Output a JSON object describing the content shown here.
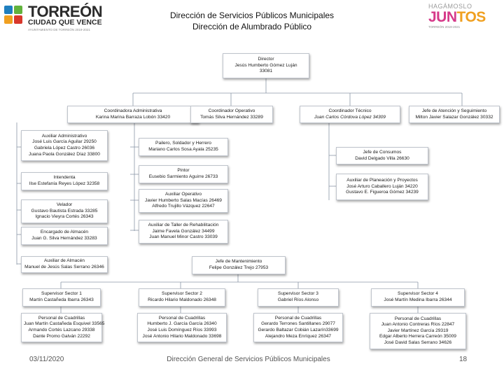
{
  "header": {
    "line1": "Dirección de Servicios Públicos Municipales",
    "line2": "Dirección de Alumbrado Público"
  },
  "logos": {
    "left_title": "TORREÓN",
    "left_subtitle": "CIUDAD QUE VENCE",
    "left_small": "AYUNTAMIENTO DE TORREÓN 2019-2021",
    "right_top": "HAGÁMOSLO",
    "right_main_a": "JUN",
    "right_main_b": "TOS",
    "right_small": "TORREÓN 2019-2021"
  },
  "colors": {
    "logo_blue": "#1f7fbf",
    "logo_green": "#62b33d",
    "logo_orange": "#f0a020",
    "logo_red": "#d8382c",
    "juntos_pink": "#d63a8a",
    "connector": "#8b96a6"
  },
  "boxes": {
    "director": [
      "Director",
      "Jesús Humberto Gómez Luján",
      "33081"
    ],
    "coord_admin": [
      "Coordinadora Administrativa",
      "Karina Marina Barraza Lobón 33420"
    ],
    "coord_oper": [
      "Coordinador Operativo",
      "Tomás Silva Hernández 33289"
    ],
    "coord_tec": [
      "Coordinador Técnico",
      "Juan Carlos Córdova López 34309"
    ],
    "jefe_atencion": [
      "Jefe de Atención y Seguimiento",
      "Milton Javier Salazar González 30332"
    ],
    "aux_admin": [
      "Auxiliar Administrativo",
      "José Luis García Aguilar 29250",
      "Gabriela López Castro 26036",
      "Juana Paola González Díaz 33800"
    ],
    "intendenta": [
      "Intendenta",
      "Ilse Estefanía Reyes López 32358"
    ],
    "velador": [
      "Velador",
      "Gustavo Bautista Estrada 33285",
      "Ignacio Vieyra Cortés 26343"
    ],
    "encargado_almacen": [
      "Encargado de Almacén",
      "Juan G. Silva Hernández 33283"
    ],
    "aux_almacen": [
      "Auxiliar de Almacén",
      "Manuel de Jesús Salas Serrano 26346"
    ],
    "pailero": [
      "Pailero, Soldador y Herrero",
      "Mariano Carlos Sosa Ayala 25235"
    ],
    "pintor": [
      "Pintor",
      "Eusebio Sarmiento Aguirre 26733"
    ],
    "aux_operativo": [
      "Auxiliar Operativo",
      "Javier Humberto Salas Macías 26469",
      "Alfredo Trujillo Vázquez 22647"
    ],
    "aux_taller": [
      "Auxiliar de Taller de Rehabilitación",
      "Jaime Favela González 34499",
      "Juan Manuel Minor Castro 33039"
    ],
    "jefe_consumos": [
      "Jefe de Consumos",
      "David Delgado Villa 26630"
    ],
    "aux_planeacion": [
      "Auxiliar de Planeación y Proyectos",
      "José Arturo Caballero Luján 34220",
      "Gustavo E. Figueroa Gómez 34239"
    ],
    "jefe_mantenimiento": [
      "Jefe de Mantenimiento",
      "Felipe González Trejo 27953"
    ],
    "sup1": [
      "Supervisor Sector 1",
      "Martín Castañeda Ibarra 26343"
    ],
    "sup2": [
      "Supervisor Sector 2",
      "Ricardo Hilario Maldonado 26348"
    ],
    "sup3": [
      "Supervisor Sector 3",
      "Gabriel Ríos Alonso"
    ],
    "sup4": [
      "Supervisor Sector 4",
      "José Martín Medina Ibarra 26344"
    ],
    "cuad1": [
      "Personal de Cuadrillas",
      "Juan Martín Castañeda Esquivel 33565",
      "Armando Cortés Lazcano 29338",
      "Dante Promo Galván 22292"
    ],
    "cuad2": [
      "Personal de Cuadrillas",
      "Humberto J. García García 26340",
      "José Luis Domínguez Ríos 33993",
      "José Antonio Hilario Maldonado 33698"
    ],
    "cuad3": [
      "Personal de Cuadrillas",
      "Gerardo Terrones Santillanes 29077",
      "Gerardo Baltazar Cobián Lazarín33699",
      "Alejandro Meza Enríquez 26347"
    ],
    "cuad4": [
      "Personal de Cuadrillas",
      "Juan Antonio Contreras Ríos 22847",
      "Javier Martínez García 29319",
      "Edgar Alberto Herrera Carreón 35009",
      "José David Salas Serrano 34626"
    ]
  },
  "footer": {
    "date": "03/11/2020",
    "center": "Dirección General de Servicios Públicos Municipales",
    "page": "18"
  }
}
